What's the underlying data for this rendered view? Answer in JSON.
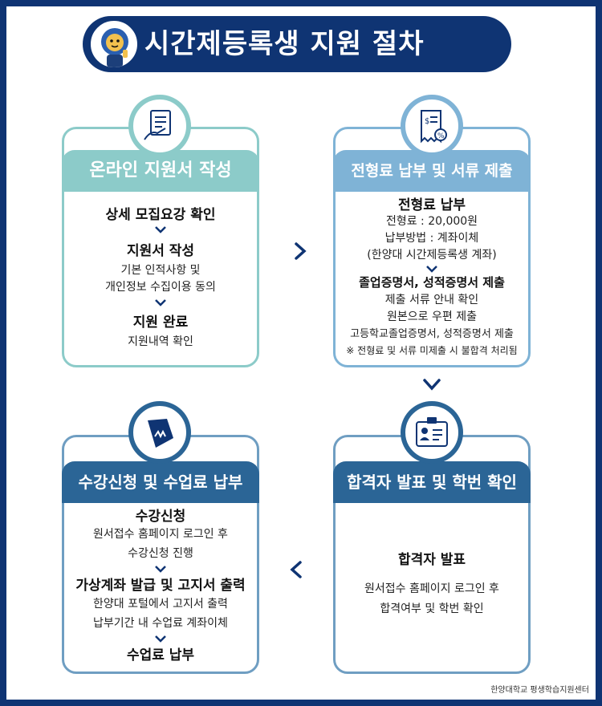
{
  "title": "시간제등록생 지원 절차",
  "colors": {
    "navy": "#0f3473",
    "teal": "#8ccbc9",
    "sky": "#7fb3d6",
    "blue": "#2b6596",
    "steel": "#6f9ec2"
  },
  "steps": {
    "online": {
      "heading": "온라인 지원서 작성",
      "icon": "clipboard-writing-icon",
      "s1_title": "상세 모집요강 확인",
      "s2_title": "지원서 작성",
      "s2_l1": "기본 인적사항 및",
      "s2_l2": "개인정보 수집이용 동의",
      "s3_title": "지원 완료",
      "s3_l1": "지원내역 확인"
    },
    "fee": {
      "heading": "전형료 납부 및 서류 제출",
      "icon": "receipt-icon",
      "s1_title": "전형료 납부",
      "s1_l1": "전형료 : 20,000원",
      "s1_l2": "납부방법 : 계좌이체",
      "s1_l3": "(한양대 시간제등록생 계좌)",
      "s2_title": "졸업증명서, 성적증명서 제출",
      "s2_l1": "제출 서류 안내 확인",
      "s2_l2": "원본으로 우편 제출",
      "s2_l3": "고등학교졸업증명서, 성적증명서 제출",
      "s2_note": "※ 전형료 및 서류 미제출 시 불합격 처리됨"
    },
    "result": {
      "heading": "합격자 발표 및 학번 확인",
      "icon": "id-card-icon",
      "s1_title": "합격자 발표",
      "s1_l1": "원서접수 홈페이지 로그인 후",
      "s1_l2": "합격여부 및 학번 확인"
    },
    "enroll": {
      "heading": "수강신청 및 수업료 납부",
      "icon": "tag-icon",
      "s1_title": "수강신청",
      "s1_l1": "원서접수 홈페이지 로그인 후",
      "s1_l2": "수강신청 진행",
      "s2_title": "가상계좌 발급 및 고지서 출력",
      "s2_l1": "한양대 포털에서 고지서 출력",
      "s2_l2": "납부기간 내 수업료 계좌이체",
      "s3_title": "수업료 납부"
    }
  },
  "footer": "한양대학교 평생학습지원센터"
}
